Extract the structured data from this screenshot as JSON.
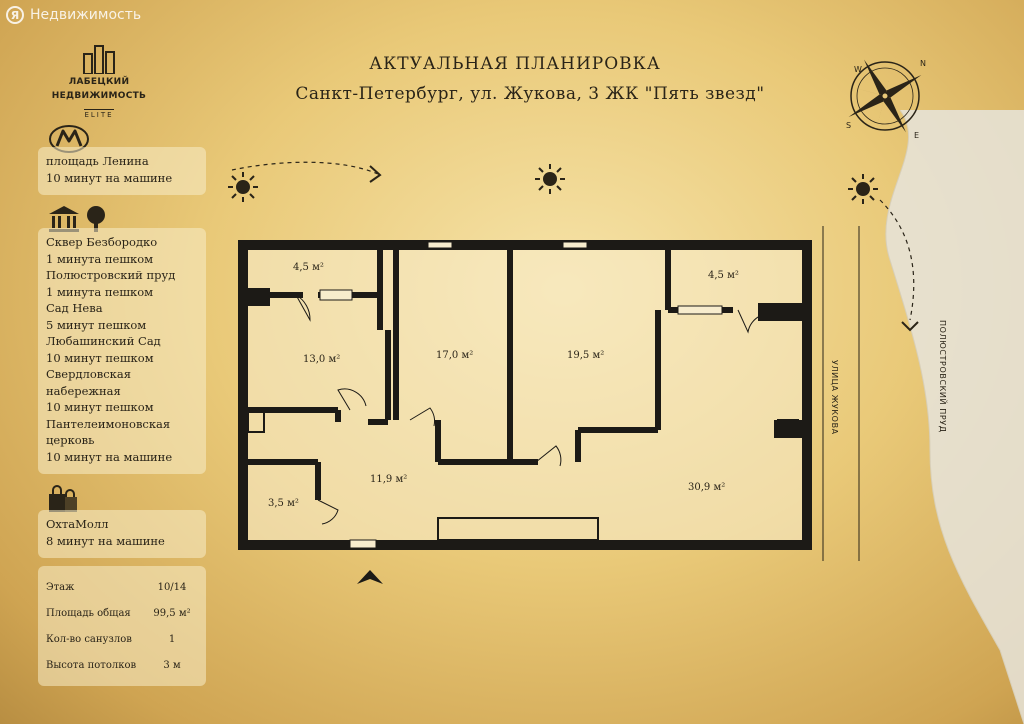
{
  "watermark": {
    "brand_letter": "Я",
    "text": "Недвижимость"
  },
  "logo": {
    "line1": "ЛАБЕЦКИЙ",
    "line2": "НЕДВИЖИМОСТЬ",
    "line3": "ELITE"
  },
  "header": {
    "title": "АКТУАЛЬНАЯ ПЛАНИРОВКА",
    "subtitle": "Санкт-Петербург,  ул. Жукова, 3   ЖК \"Пять звезд\""
  },
  "metro": {
    "icon": "metro-icon",
    "lines": [
      "площадь Ленина",
      "10 минут на машине"
    ]
  },
  "landmarks": {
    "icon": "park-museum-icon",
    "lines": [
      "Сквер Безбородко",
      "1 минута пешком",
      "Полюстровский пруд",
      "1 минута пешком",
      "Сад Нева",
      "5 минут пешком",
      "Любашинский Сад",
      "10 минут пешком",
      "Свердловская",
      "набережная",
      "10 минут пешком",
      "Пантелеимоновская",
      "церковь",
      "10 минут на машине"
    ]
  },
  "shopping": {
    "icon": "shopping-bag-icon",
    "lines": [
      "ОхтаМолл",
      "8 минут на машине"
    ]
  },
  "specs": [
    {
      "label": "Этаж",
      "value": "10/14"
    },
    {
      "label": "Площадь общая",
      "value": "99,5 м²"
    },
    {
      "label": "Кол-во санузлов",
      "value": "1"
    },
    {
      "label": "Высота потолков",
      "value": "3 м"
    }
  ],
  "rooms": {
    "r_a": "4,5 м²",
    "r_b": "13,0 м²",
    "r_c": "17,0 м²",
    "r_d": "19,5 м²",
    "r_e": "4,5 м²",
    "r_f": "11,9 м²",
    "r_g": "3,5 м²",
    "r_h": "30,9 м²"
  },
  "streets": {
    "zhukova": "УЛИЦА ЖУКОВА",
    "pond": "ПОЛЮСТРОВСКИЙ ПРУД"
  },
  "compass": {
    "n": "N",
    "s": "S",
    "w": "W",
    "e": "E"
  },
  "colors": {
    "wall": "#1c1a16",
    "pond": "#e6e4dc",
    "gold": "#e9c978"
  }
}
